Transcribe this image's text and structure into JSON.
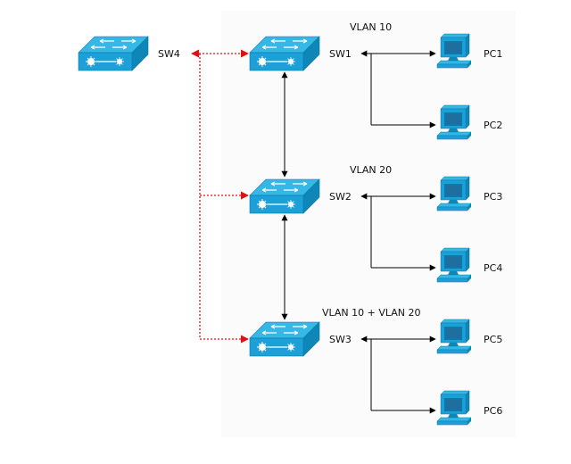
{
  "switches": [
    {
      "id": "sw4",
      "label": "SW4"
    },
    {
      "id": "sw1",
      "label": "SW1"
    },
    {
      "id": "sw2",
      "label": "SW2"
    },
    {
      "id": "sw3",
      "label": "SW3"
    }
  ],
  "vlans": {
    "sw1": "VLAN 10",
    "sw2": "VLAN 20",
    "sw3": "VLAN 10 + VLAN 20"
  },
  "pcs": [
    {
      "label": "PC1"
    },
    {
      "label": "PC2"
    },
    {
      "label": "PC3"
    },
    {
      "label": "PC4"
    },
    {
      "label": "PC5"
    },
    {
      "label": "PC6"
    }
  ],
  "colors": {
    "device_face": "#1ba1d8",
    "device_top": "#36b7e6",
    "device_side": "#0f86b8",
    "link": "#000000",
    "redundant_link": "#e01010"
  },
  "icons": {
    "switch": "switch-icon",
    "pc": "pc-icon"
  }
}
